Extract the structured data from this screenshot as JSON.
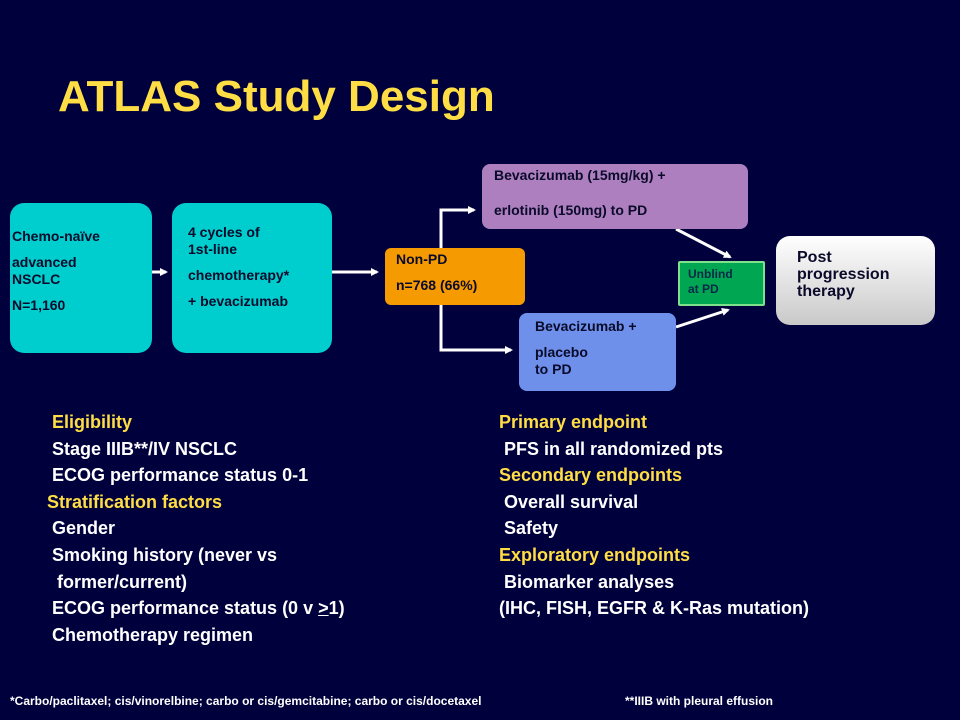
{
  "title": "ATLAS Study Design",
  "diagram": {
    "chemo_naive": [
      "Chemo-naïve",
      "advanced",
      "NSCLC",
      "N=1,160"
    ],
    "induction": [
      "4 cycles of",
      "1st-line",
      "chemotherapy*",
      "+ bevacizumab"
    ],
    "non_pd": [
      "Non-PD",
      "n=768 (66%)"
    ],
    "arm_erlotinib": [
      "Bevacizumab (15mg/kg) +",
      "erlotinib (150mg) to PD"
    ],
    "arm_placebo": [
      "Bevacizumab +",
      "placebo",
      "to PD"
    ],
    "unblind": [
      "Unblind",
      "at PD"
    ],
    "post_progression": [
      "Post",
      "progression",
      "therapy"
    ]
  },
  "eligibility": {
    "heading": "Eligibility",
    "items": [
      " Stage IIIB**/IV NSCLC",
      " ECOG performance status 0-1"
    ]
  },
  "stratification": {
    "heading": "Stratification factors",
    "items": [
      " Gender",
      " Smoking history (never vs",
      "  former/current)",
      " ECOG performance status (0 v ",
      ">",
      "1)",
      " Chemotherapy regimen"
    ]
  },
  "primary": {
    "heading": "Primary endpoint",
    "items": [
      " PFS in all randomized pts"
    ]
  },
  "secondary": {
    "heading": "Secondary endpoints",
    "items": [
      " Overall survival",
      " Safety"
    ]
  },
  "exploratory": {
    "heading": "Exploratory endpoints",
    "items": [
      " Biomarker analyses",
      "(IHC, FISH, EGFR & K-Ras mutation)"
    ]
  },
  "footnotes": {
    "single": "*Carbo/paclitaxel; cis/vinorelbine; carbo or cis/gemcitabine; carbo or cis/docetaxel",
    "double": "**IIIB with pleural effusion"
  },
  "colors": {
    "background": "#00003c",
    "heading": "#ffdd44",
    "teal_box": "#00cdcd",
    "non_pd_box": "#f59a00",
    "arm_erlotinib_box": "#ad7fbf",
    "arm_placebo_box": "#6e90ea",
    "unblind_box": "#00a651"
  }
}
